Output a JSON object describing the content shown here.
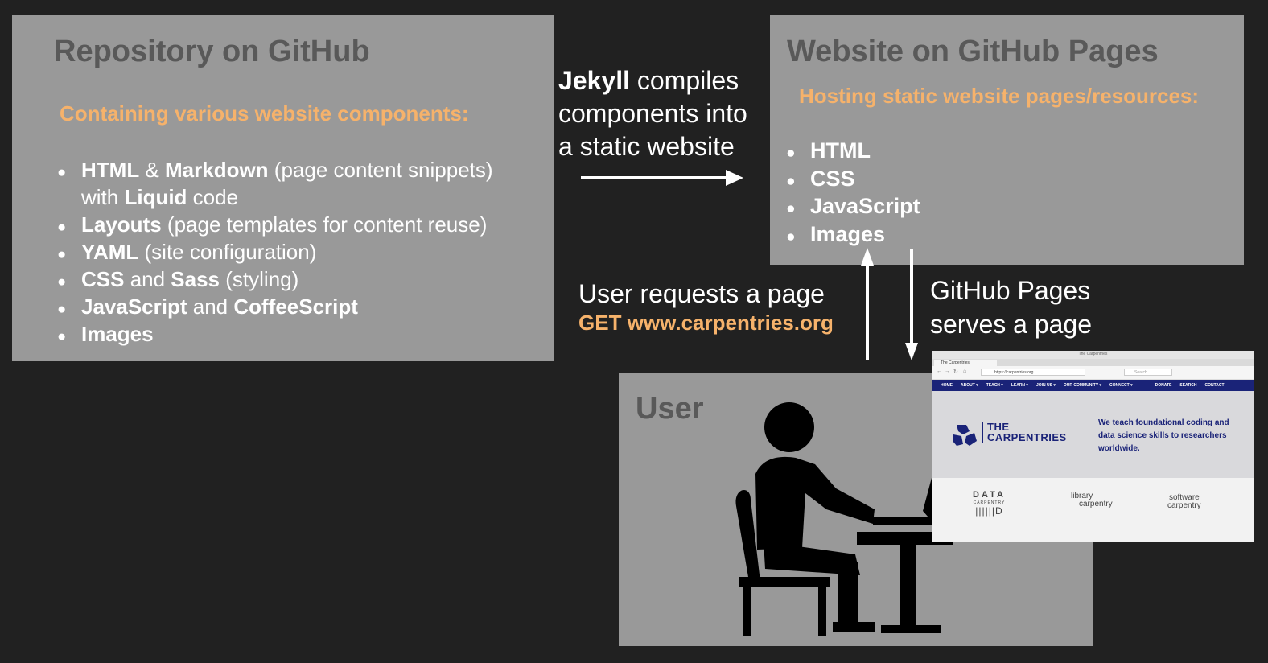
{
  "repo_box": {
    "title": "Repository on GitHub",
    "subtitle": "Containing various website components:",
    "items": [
      {
        "parts": [
          {
            "t": "HTML",
            "b": true
          },
          {
            "t": " & ",
            "b": false
          },
          {
            "t": "Markdown",
            "b": true
          },
          {
            "t": " (page content snippets)",
            "b": false
          }
        ],
        "line2": [
          {
            "t": "with ",
            "b": false
          },
          {
            "t": "Liquid",
            "b": true
          },
          {
            "t": " code",
            "b": false
          }
        ]
      },
      {
        "parts": [
          {
            "t": "Layouts",
            "b": true
          },
          {
            "t": " (page templates for content reuse)",
            "b": false
          }
        ]
      },
      {
        "parts": [
          {
            "t": "YAML",
            "b": true
          },
          {
            "t": " (site configuration)",
            "b": false
          }
        ]
      },
      {
        "parts": [
          {
            "t": "CSS",
            "b": true
          },
          {
            "t": " and ",
            "b": false
          },
          {
            "t": "Sass",
            "b": true
          },
          {
            "t": " (styling)",
            "b": false
          }
        ]
      },
      {
        "parts": [
          {
            "t": "JavaScript",
            "b": true
          },
          {
            "t": " and ",
            "b": false
          },
          {
            "t": "CoffeeScript",
            "b": true
          }
        ]
      },
      {
        "parts": [
          {
            "t": "Images",
            "b": true
          }
        ]
      }
    ]
  },
  "jekyll_label": {
    "bold": "Jekyll",
    "line1_rest": " compiles",
    "line2": "components into",
    "line3": "a static website"
  },
  "pages_box": {
    "title": "Website on GitHub Pages",
    "subtitle": "Hosting static website pages/resources:",
    "items": [
      "HTML",
      "CSS",
      "JavaScript",
      "Images"
    ]
  },
  "request_label": {
    "line1": "User requests a page",
    "line2": "GET www.carpentries.org"
  },
  "serve_label": {
    "line1": "GitHub Pages",
    "line2": "serves a page"
  },
  "user_box": {
    "title": "User"
  },
  "browser": {
    "window_title": "The Carpentries",
    "tab_label": "The Carpentries",
    "url": "https://carpentries.org",
    "search_placeholder": "Search",
    "nav": [
      "HOME",
      "ABOUT ▾",
      "TEACH ▾",
      "LEARN ▾",
      "JOIN US ▾",
      "OUR COMMUNITY ▾",
      "CONNECT ▾",
      "DONATE",
      "SEARCH",
      "CONTACT"
    ],
    "logo_line1": "THE",
    "logo_line2": "CARPENTRIES",
    "tagline": "We teach foundational coding and data science skills to researchers worldwide.",
    "lesson_logos": {
      "data_top": "DATA",
      "data_sub": "CARPENTRY",
      "library_1": "library",
      "library_2": "carpentry",
      "software_1": "software",
      "software_2": "carpentry"
    }
  },
  "colors": {
    "background": "#212121",
    "box": "#999999",
    "box_title": "#595959",
    "accent": "#f6b26b",
    "text": "#ffffff",
    "carpentries_blue": "#1a2378"
  }
}
